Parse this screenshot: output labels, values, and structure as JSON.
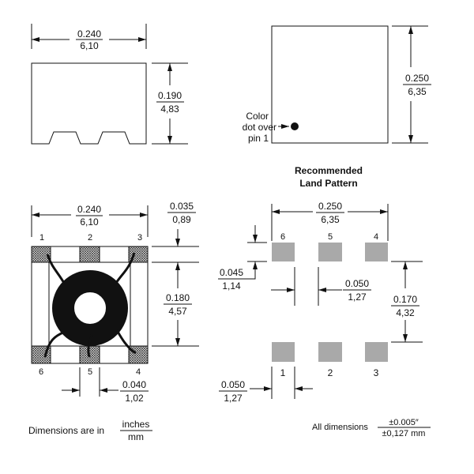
{
  "top_left": {
    "width": {
      "in": "0.240",
      "mm": "6,10"
    },
    "height": {
      "in": "0.190",
      "mm": "4,83"
    }
  },
  "top_right": {
    "height": {
      "in": "0.250",
      "mm": "6,35"
    },
    "dot_label": [
      "Color",
      "dot over",
      "pin 1"
    ]
  },
  "bottom_left": {
    "width": {
      "in": "0.240",
      "mm": "6,10"
    },
    "pad_height": {
      "in": "0.035",
      "mm": "0,89"
    },
    "pad_spacing": {
      "in": "0.180",
      "mm": "4,57"
    },
    "pad_width": {
      "in": "0.040",
      "mm": "1,02"
    },
    "pins_top": [
      "1",
      "2",
      "3"
    ],
    "pins_bottom": [
      "6",
      "5",
      "4"
    ]
  },
  "land_pattern": {
    "title": [
      "Recommended",
      "Land Pattern"
    ],
    "width": {
      "in": "0.250",
      "mm": "6,35"
    },
    "pad_height": {
      "in": "0.045",
      "mm": "1,14"
    },
    "pad_gap": {
      "in": "0.050",
      "mm": "1,27"
    },
    "row_spacing": {
      "in": "0.170",
      "mm": "4,32"
    },
    "pad_width": {
      "in": "0.050",
      "mm": "1,27"
    },
    "pins_top": [
      "6",
      "5",
      "4"
    ],
    "pins_bottom": [
      "1",
      "2",
      "3"
    ],
    "pad_color": "#a9a9a9"
  },
  "footer": {
    "units_label": "Dimensions are in",
    "units_num": "inches",
    "units_den": "mm",
    "tol_label": "All dimensions",
    "tol_num": "±0.005″",
    "tol_den": "±0,127 mm"
  }
}
